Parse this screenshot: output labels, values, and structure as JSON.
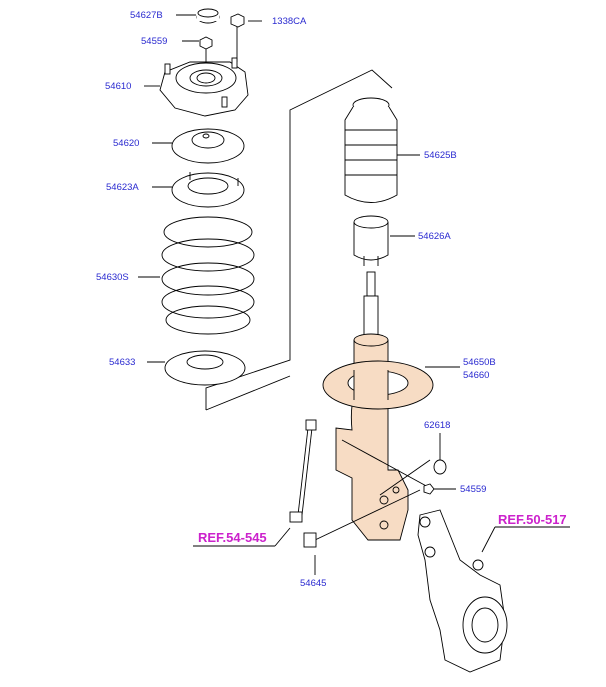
{
  "parts": {
    "p54627B": "54627B",
    "p1338CA": "1338CA",
    "p54559_top": "54559",
    "p54610": "54610",
    "p54620": "54620",
    "p54623A": "54623A",
    "p54630S": "54630S",
    "p54633": "54633",
    "p54625B": "54625B",
    "p54626A": "54626A",
    "p54650B": "54650B",
    "p54660": "54660",
    "p62618": "62618",
    "p54559_bottom": "54559",
    "p54645": "54645"
  },
  "refs": {
    "ref_stabilizer": "REF.54-545",
    "ref_knuckle": "REF.50-517"
  },
  "colors": {
    "label": "#2a2ad0",
    "ref": "#cc22cc",
    "strut_body": "#f7dcc4"
  }
}
